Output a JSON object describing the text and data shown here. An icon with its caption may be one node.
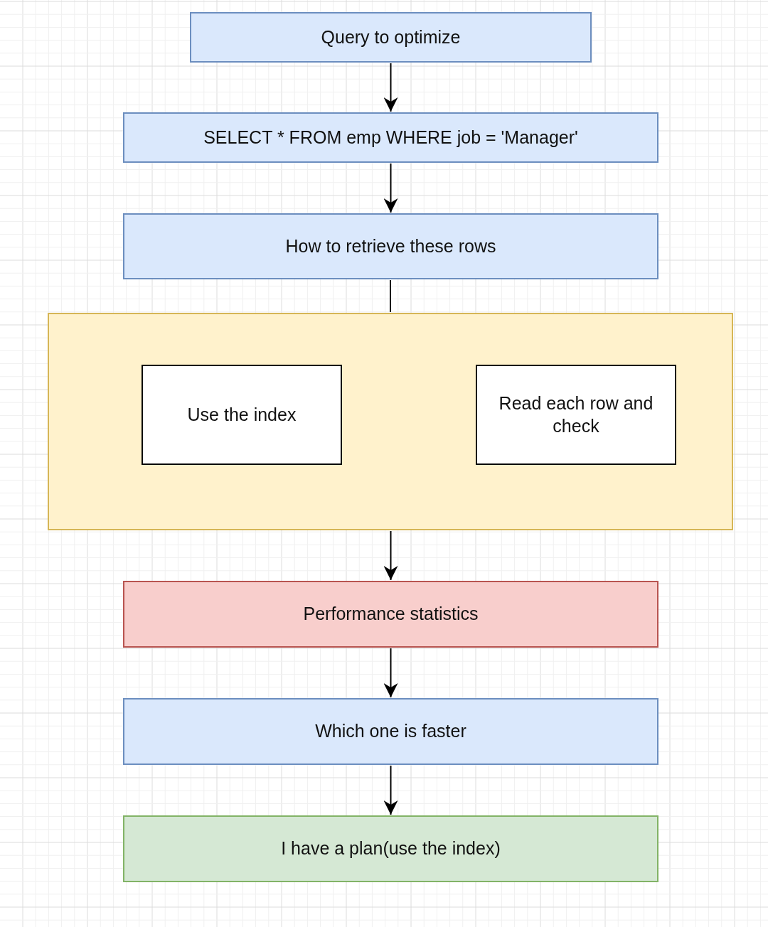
{
  "diagram": {
    "nodes": [
      {
        "text": [
          "Query to optimize"
        ]
      },
      {
        "text": [
          "SELECT * FROM emp WHERE job = 'Manager'"
        ]
      },
      {
        "text": [
          "How to retrieve these rows"
        ]
      },
      {
        "text": [],
        "shape": "box"
      },
      {
        "text": [
          "Use the index"
        ],
        "in": 3
      },
      {
        "text": [
          "Read each row and check"
        ],
        "in": 3
      },
      {
        "text": [
          "Performance statistics"
        ]
      },
      {
        "text": [
          "Which one is faster"
        ]
      },
      {
        "text": [
          "I have a plan(use the index)"
        ]
      }
    ],
    "edges": [
      {
        "from": 0,
        "to": 1,
        "arrow": "to"
      },
      {
        "from": 1,
        "to": 2,
        "arrow": "to"
      },
      {
        "from": 2,
        "to": 3,
        "arrow": "none"
      },
      {
        "from": 3,
        "to": 6,
        "arrow": "to"
      },
      {
        "from": 6,
        "to": 7,
        "arrow": "to"
      },
      {
        "from": 7,
        "to": 8,
        "arrow": "to"
      }
    ]
  }
}
